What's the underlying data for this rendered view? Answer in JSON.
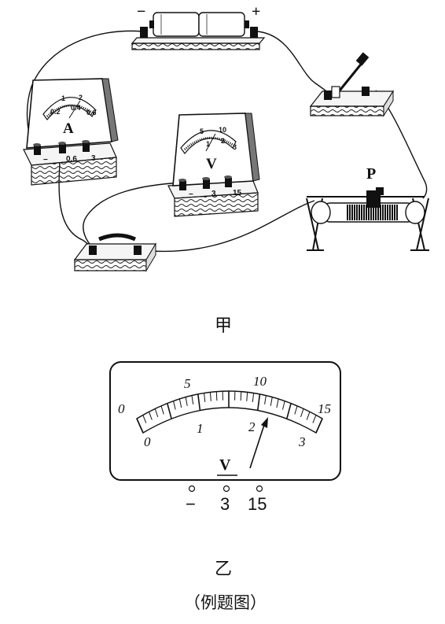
{
  "figure_a": {
    "caption": "甲",
    "battery": {
      "minus": "−",
      "plus": "+"
    },
    "ammeter": {
      "letter": "A",
      "scale": [
        "1",
        "2",
        "0.2",
        "0.4",
        "0.6"
      ],
      "terminals": [
        "−",
        "0.6",
        "3"
      ]
    },
    "voltmeter": {
      "letter": "V",
      "scale": [
        "5",
        "10",
        "1",
        "2",
        "3"
      ],
      "terminals": [
        "−",
        "3",
        "15"
      ]
    },
    "rheostat": {
      "slider_label": "P"
    }
  },
  "figure_b": {
    "caption": "乙",
    "meter_letter": "V",
    "upper_scale": [
      "0",
      "5",
      "10",
      "15"
    ],
    "lower_scale": [
      "0",
      "1",
      "2",
      "3"
    ],
    "terminals": [
      "−",
      "3",
      "15"
    ]
  },
  "footer": "（例题图）"
}
